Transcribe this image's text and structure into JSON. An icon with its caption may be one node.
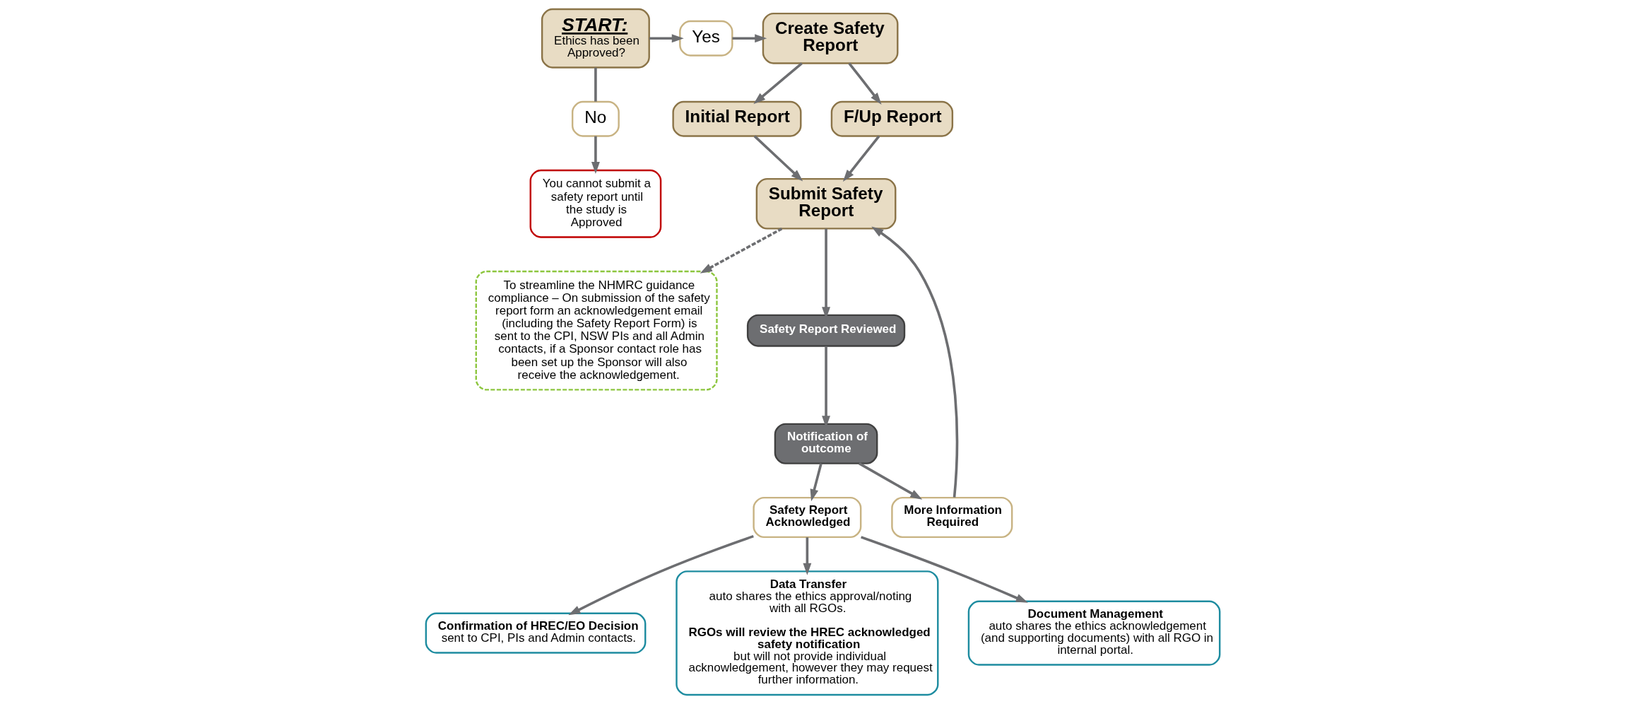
{
  "diagram": {
    "nodes": [
      {
        "text": [
          "START:",
          "Ethics has been Approved?"
        ]
      },
      {
        "text": [
          "Yes"
        ]
      },
      {
        "text": [
          "Create Safety Report"
        ]
      },
      {
        "text": [
          "Initial Report"
        ]
      },
      {
        "text": [
          "F/Up Report"
        ]
      },
      {
        "text": [
          "To streamline the NHMRC guidance compliance – On submission of the safety report form an acknowledgement email (including the Safety Report Form) is sent to the CPI, NSW PIs and all Admin contacts, if a Sponsor contact role has been set up the Sponsor will also receive the acknowledgement."
        ]
      },
      {
        "text": [
          "No"
        ]
      },
      {
        "text": [
          "You cannot submit a safety report until the study is Approved"
        ]
      },
      {
        "text": [
          "Submit Safety Report"
        ]
      },
      {
        "text": [
          "Safety Report Reviewed"
        ]
      },
      {
        "text": [
          "More Information Required"
        ]
      },
      {
        "text": [
          "Notification of outcome"
        ]
      },
      {
        "text": [
          "Safety Report Acknowledged"
        ]
      },
      {
        "text": [
          "Confirmation of HREC/EO Decision",
          "sent to CPI, PIs and Admin contacts."
        ]
      },
      {
        "text": [
          "Data Transfer",
          "auto shares the ethics approval/noting with all RGOs.",
          "**RGOs will review the HREC acknowledged safety notification** but will not provide individual acknowledgement, however they may request further information."
        ]
      },
      {
        "text": [
          "Document Management",
          "auto shares the ethics acknowledgement (and supporting documents) with all RGO in internal portal."
        ]
      }
    ],
    "edges": [
      {
        "from": 0,
        "to": 1,
        "arrow": "to"
      },
      {
        "from": 1,
        "to": 2,
        "arrow": "to"
      },
      {
        "from": 2,
        "to": 3,
        "arrow": "to"
      },
      {
        "from": 2,
        "to": 4,
        "arrow": "to"
      },
      {
        "from": 3,
        "to": 8,
        "arrow": "to"
      },
      {
        "from": 4,
        "to": 8,
        "arrow": "to"
      },
      {
        "from": 8,
        "to": 5,
        "arrow": "to",
        "style": "dashed"
      },
      {
        "from": 0,
        "to": 6,
        "arrow": "none"
      },
      {
        "from": 6,
        "to": 7,
        "arrow": "to"
      },
      {
        "from": 8,
        "to": 9,
        "arrow": "to"
      },
      {
        "from": 9,
        "to": 11,
        "arrow": "to"
      },
      {
        "from": 11,
        "to": 10,
        "arrow": "to"
      },
      {
        "from": 10,
        "to": 8,
        "arrow": "to"
      },
      {
        "from": 11,
        "to": 12,
        "arrow": "to"
      },
      {
        "from": 12,
        "to": 13,
        "arrow": "to"
      },
      {
        "from": 12,
        "to": 14,
        "arrow": "to"
      },
      {
        "from": 12,
        "to": 15,
        "arrow": "to"
      }
    ]
  }
}
